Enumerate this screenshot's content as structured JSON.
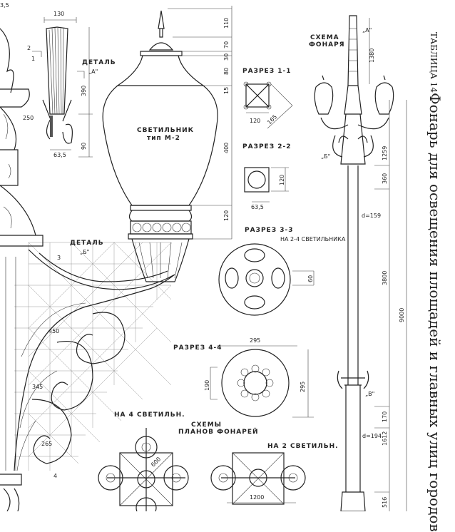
{
  "table_label": "ТАБЛИЦА 14",
  "title": "Фонарь для освещения площадей и главных улиц городов",
  "detail_a": {
    "label": "ДЕТАЛЬ",
    "mark": "„А\"",
    "dims": [
      "130",
      "390",
      "90",
      "63,5"
    ],
    "section_mark": "1"
  },
  "left_column": {
    "dims": [
      "3,5",
      "250"
    ],
    "section_marks": [
      "2",
      "3",
      "4"
    ]
  },
  "luminaire": {
    "name": "СВЕТИЛЬНИК",
    "type": "тип М-2",
    "dims": [
      "110",
      "70",
      "30",
      "80",
      "15",
      "400",
      "120"
    ]
  },
  "detail_b": {
    "label": "ДЕТАЛЬ",
    "mark": "„Б\"",
    "dims": [
      "450",
      "345",
      "265"
    ]
  },
  "sections": [
    {
      "label": "РАЗРЕЗ 1-1",
      "dims": [
        "120",
        "165"
      ]
    },
    {
      "label": "РАЗРЕЗ 2-2",
      "dims": [
        "120",
        "63,5"
      ]
    },
    {
      "label": "РАЗРЕЗ 3-3",
      "note": "НА 2-4 СВЕТИЛЬНИКА",
      "dims": [
        "60",
        "295"
      ]
    },
    {
      "label": "РАЗРЕЗ 4-4",
      "dims": [
        "190",
        "295"
      ]
    }
  ],
  "plans": {
    "title": "СХЕМЫ",
    "subtitle": "ПЛАНОВ ФОНАРЕЙ",
    "four": {
      "label": "НА 4 СВЕТИЛЬН.",
      "dim": "600"
    },
    "two": {
      "label": "НА 2 СВЕТИЛЬН.",
      "dim": "1200"
    }
  },
  "scheme": {
    "label": "СХЕМА",
    "label2": "ФОНАРЯ",
    "marks": [
      "„А\"",
      "„Б\"",
      "„В\""
    ],
    "dims": [
      "1380",
      "1259",
      "360",
      "3800",
      "9000",
      "170",
      "1612",
      "516"
    ],
    "diameters": [
      "d=159",
      "d=194"
    ]
  }
}
